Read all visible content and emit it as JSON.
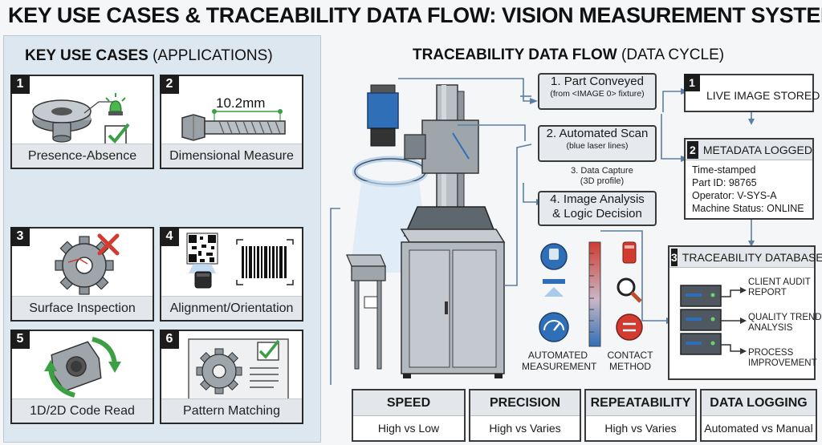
{
  "title": "KEY USE CASES & TRACEABILITY DATA FLOW: VISION MEASUREMENT SYSTEM",
  "left_panel": {
    "heading_bold": "KEY USE CASES",
    "heading_rest": " (APPLICATIONS)",
    "cards": [
      {
        "num": "1",
        "caption": "Presence-Absence"
      },
      {
        "num": "2",
        "caption": "Dimensional Measure",
        "dimension": "10.2mm"
      },
      {
        "num": "3",
        "caption": "Surface Inspection"
      },
      {
        "num": "4",
        "caption": "Alignment/Orientation"
      },
      {
        "num": "5",
        "caption": "1D/2D Code Read"
      },
      {
        "num": "6",
        "caption": "Pattern Matching"
      }
    ]
  },
  "right_panel": {
    "heading_bold": "TRACEABILITY DATA FLOW",
    "heading_rest": " (DATA CYCLE)",
    "steps": [
      {
        "title": "1. Part Conveyed",
        "sub": "(from <IMAGE 0> fixture)"
      },
      {
        "title": "2. Automated Scan",
        "sub": "(blue laser lines)"
      },
      {
        "title": "3. Data Capture",
        "sub": "(3D profile)"
      },
      {
        "title": "4. Image Analysis",
        "title2": "& Logic Decision"
      }
    ],
    "stored": {
      "num": "1",
      "label": "LIVE IMAGE STORED"
    },
    "metadata": {
      "num": "2",
      "label": "METADATA LOGGED",
      "lines": [
        "Time-stamped",
        "Part ID: 98765",
        "Operator: V-SYS-A",
        "Machine Status: ONLINE"
      ]
    },
    "database": {
      "num": "3",
      "label": "TRACEABILITY DATABASE",
      "outputs": [
        {
          "line1": "CLIENT AUDIT",
          "line2": "REPORT"
        },
        {
          "line1": "QUALITY TREND",
          "line2": "ANALYSIS"
        },
        {
          "line1": "PROCESS",
          "line2": "IMPROVEMENT"
        }
      ]
    },
    "legend": {
      "automated_1": "AUTOMATED",
      "automated_2": "MEASUREMENT",
      "contact_1": "CONTACT",
      "contact_2": "METHOD"
    }
  },
  "metrics": [
    {
      "label": "SPEED",
      "value": "High vs Low"
    },
    {
      "label": "PRECISION",
      "value": "High vs Varies"
    },
    {
      "label": "REPEATABILITY",
      "value": "High vs Varies"
    },
    {
      "label": "DATA LOGGING",
      "value": "Automated vs Manual"
    }
  ],
  "colors": {
    "accent_green": "#3aa043",
    "accent_red": "#d23b2f",
    "accent_blue": "#2f6fb7",
    "panel_bg": "#dde7f0"
  },
  "icons": [
    "indicator-light-icon",
    "checkmark-icon",
    "gear-icon",
    "x-mark-icon",
    "qr-code-icon",
    "barcode-icon",
    "rotate-arrows-icon",
    "server-icon",
    "magnifier-icon",
    "gauge-icon"
  ]
}
